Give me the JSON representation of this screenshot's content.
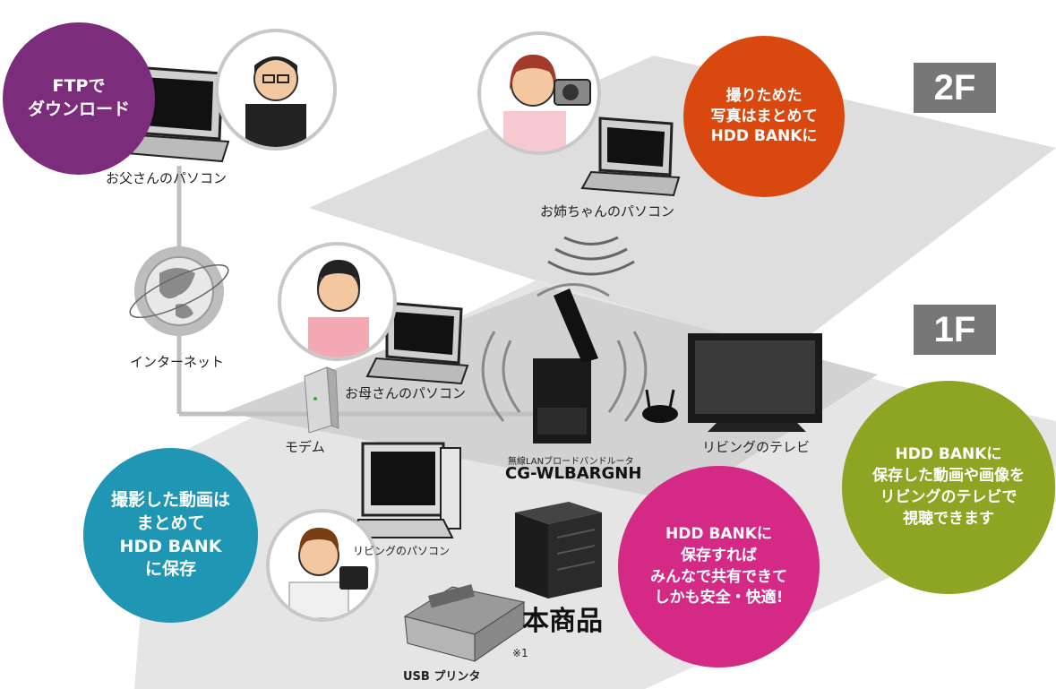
{
  "floors": {
    "upper": "2F",
    "lower": "1F"
  },
  "bubbles": {
    "ftp": "FTPで\nダウンロード",
    "photos": "撮りためた\n写真はまとめて\nHDD BANKに",
    "video": "撮影した動画は\nまとめて\nHDD BANK\nに保存",
    "share": "HDD BANKに\n保存すれば\nみんなで共有できて\nしかも安全・快適!",
    "tv": "HDD BANKに\n保存した動画や画像を\nリビングのテレビで\n視聴できます"
  },
  "labels": {
    "father_pc": "お父さんのパソコン",
    "sister_pc": "お姉ちゃんのパソコン",
    "internet": "インターネット",
    "mother_pc": "お母さんのパソコン",
    "modem": "モデム",
    "router_caption": "無線LANブロードバンドルータ",
    "router_model": "CG-WLBARGNH",
    "living_tv": "リビングのテレビ",
    "living_pc": "リビングのパソコン",
    "product": "本商品",
    "printer": "USB プリンタ",
    "note": "※1"
  },
  "colors": {
    "purple": "#7b2d7b",
    "orange": "#d9480f",
    "teal": "#1e96b4",
    "magenta": "#d42a86",
    "olive": "#8ea523",
    "floor": "#dcdcdc",
    "floor_tag": "#777777"
  },
  "icons": [
    "globe-icon",
    "laptop-icon",
    "router-icon",
    "tv-icon",
    "nas-icon",
    "printer-icon",
    "modem-icon",
    "camera-icon",
    "wifi-icon"
  ]
}
